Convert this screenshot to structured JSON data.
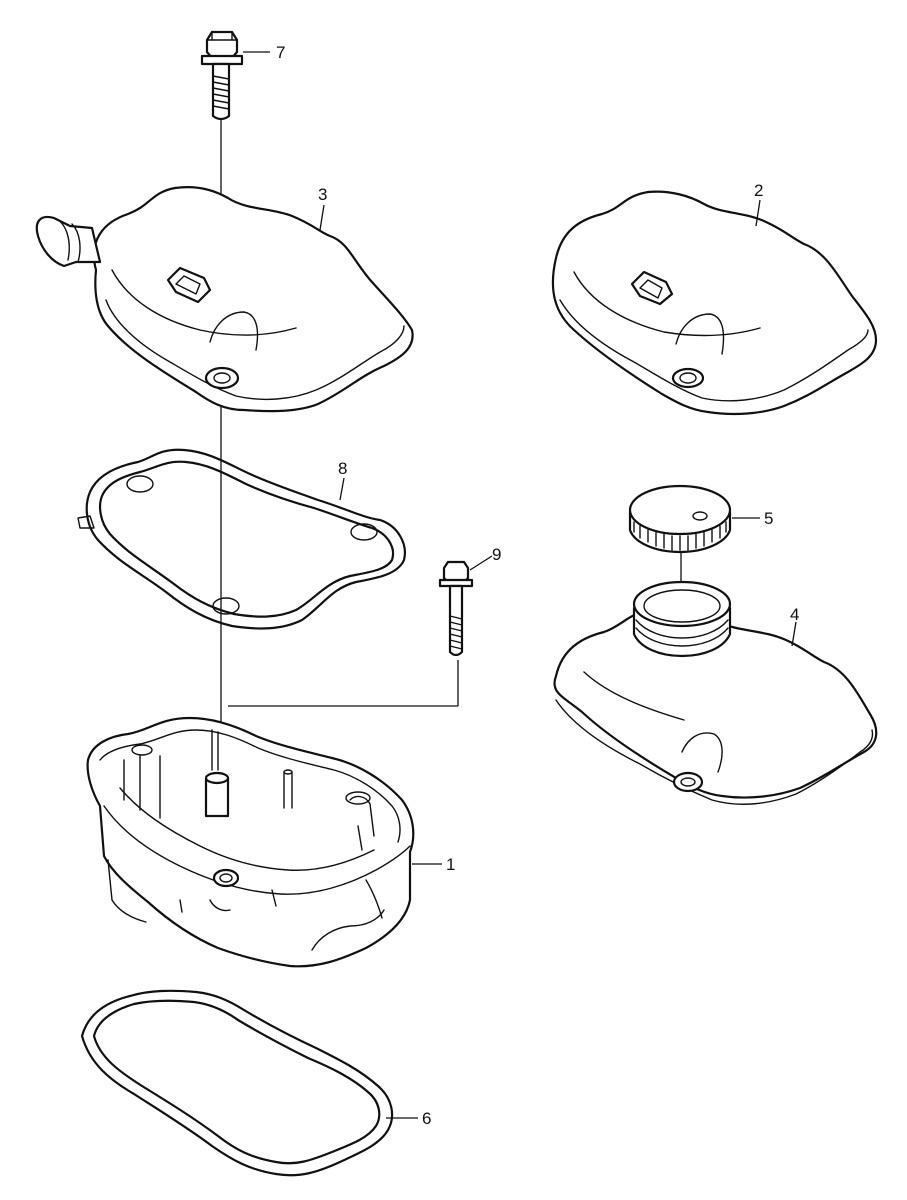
{
  "parts": [
    {
      "id": "cylinder-head",
      "callout": "1"
    },
    {
      "id": "cover-plain",
      "callout": "2"
    },
    {
      "id": "cover-breather",
      "callout": "3"
    },
    {
      "id": "cover-oil-filler",
      "callout": "4"
    },
    {
      "id": "oil-filler-cap",
      "callout": "5"
    },
    {
      "id": "lower-gasket",
      "callout": "6"
    },
    {
      "id": "long-bolt",
      "callout": "7"
    },
    {
      "id": "cover-gasket",
      "callout": "8"
    },
    {
      "id": "short-bolt",
      "callout": "9"
    }
  ]
}
